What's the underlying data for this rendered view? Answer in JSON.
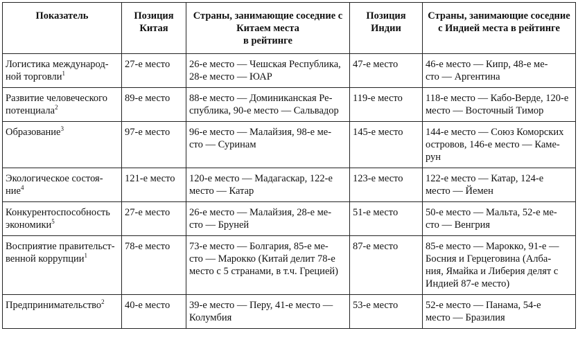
{
  "headers": [
    "Показатель",
    "Позиция\nКитая",
    "Страны, занимающие соседние с\nКитаем места\nв рейтинге",
    "Позиция\nИндии",
    "Страны, занимающие соседние\nс Индией места в рейтинге"
  ],
  "rows": [
    {
      "indicator": "Логистика международ-\nной торговли",
      "note": "1",
      "china": "27-е место",
      "china_neighbors": "26-е место — Чешская Республика,\n28-е место — ЮАР",
      "india": "47-е место",
      "india_neighbors": "46-е место — Кипр, 48-е ме-\nсто — Аргентина"
    },
    {
      "indicator": "Развитие человеческого\nпотенциала",
      "note": "2",
      "china": "89-е место",
      "china_neighbors": "88-е место — Доминиканская Ре-\nспублика, 90-е место — Сальвадор",
      "india": "119-е место",
      "india_neighbors": "118-е место — Кабо-Верде, 120-е\nместо — Восточный Тимор"
    },
    {
      "indicator": "Образование",
      "note": "3",
      "china": "97-е место",
      "china_neighbors": "96-е место — Малайзия, 98-е ме-\nсто — Суринам",
      "india": "145-е место",
      "india_neighbors": "144-е место — Союз Коморских\nостровов, 146-е место — Каме-\nрун"
    },
    {
      "indicator": "Экологическое состоя-\nние",
      "note": "4",
      "china": "121-е место",
      "china_neighbors": "120-е место — Мадагаскар, 122-е\nместо — Катар",
      "india": "123-е место",
      "india_neighbors": "122-е место — Катар, 124-е\nместо — Йемен"
    },
    {
      "indicator": "Конкурентоспособность\nэкономики",
      "note": "5",
      "china": "27-е место",
      "china_neighbors": "26-е место — Малайзия, 28-е ме-\nсто — Бруней",
      "india": "51-е место",
      "india_neighbors": "50-е место — Мальта, 52-е ме-\nсто — Венгрия"
    },
    {
      "indicator": "Восприятие правительст-\nвенной коррупции",
      "note": "1",
      "china": "78-е место",
      "china_neighbors": "73-е место — Болгария, 85-е ме-\nсто — Марокко (Китай делит 78-е\nместо с 5 странами, в т.ч. Грецией)",
      "india": "87-е место",
      "india_neighbors": "85-е место — Марокко, 91-е —\nБосния и Герцеговина (Алба-\nния, Ямайка и Либерия делят с\nИндией 87-е место)"
    },
    {
      "indicator": "Предпринимательство",
      "note": "2",
      "china": "40-е место",
      "china_neighbors": "39-е место — Перу, 41-е место —\nКолумбия",
      "india": "53-е место",
      "india_neighbors": "52-е место — Панама, 54-е\nместо — Бразилия"
    }
  ]
}
